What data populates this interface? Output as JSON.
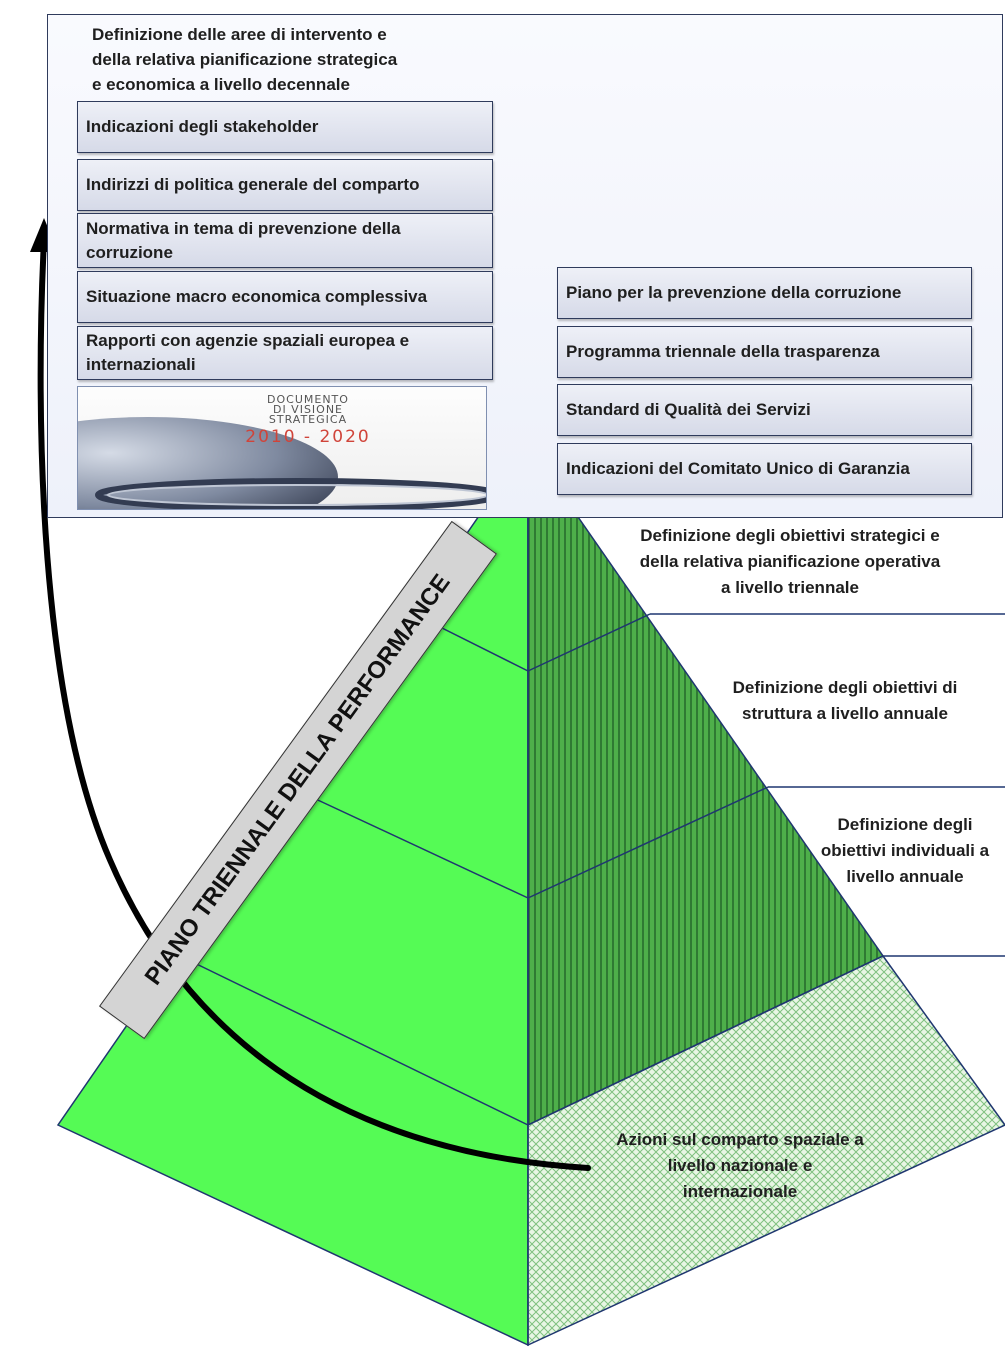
{
  "panel": {
    "title": "Definizione delle aree di intervento e\ndella relativa pianificazione strategica\ne economica a livello decennale",
    "left_boxes": [
      "Indicazioni degli stakeholder",
      "Indirizzi di politica generale del comparto",
      "Normativa in tema di prevenzione della corruzione",
      "Situazione macro economica complessiva",
      "Rapporti con agenzie spaziali europea e internazionali"
    ],
    "right_boxes": [
      "Piano per la prevenzione della corruzione",
      "Programma triennale della trasparenza",
      "Standard di Qualità dei Servizi",
      "Indicazioni del Comitato Unico di Garanzia"
    ],
    "vision_document": {
      "line1": "DOCUMENTO",
      "line2": "DI VISIONE",
      "line3": "STRATEGICA",
      "years": "2010 - 2020"
    }
  },
  "pyramid": {
    "banner": "PIANO TRIENNALE DELLA PERFORMANCE",
    "levels": [
      "Definizione degli obiettivi strategici e\ndella relativa pianificazione operativa\na livello triennale",
      "Definizione degli obiettivi di\nstruttura a livello annuale",
      "Definizione degli\nobiettivi individuali a\nlivello annuale",
      "Azioni sul comparto spaziale a\nlivello nazionale e\ninternazionale"
    ]
  },
  "colors": {
    "pyramid_left": "#55fb55",
    "pyramid_right_stripes": "#3a9a3a",
    "pyramid_base_hatch": "#7fc07f",
    "outline": "#1f3670",
    "arrow": "#000000"
  }
}
